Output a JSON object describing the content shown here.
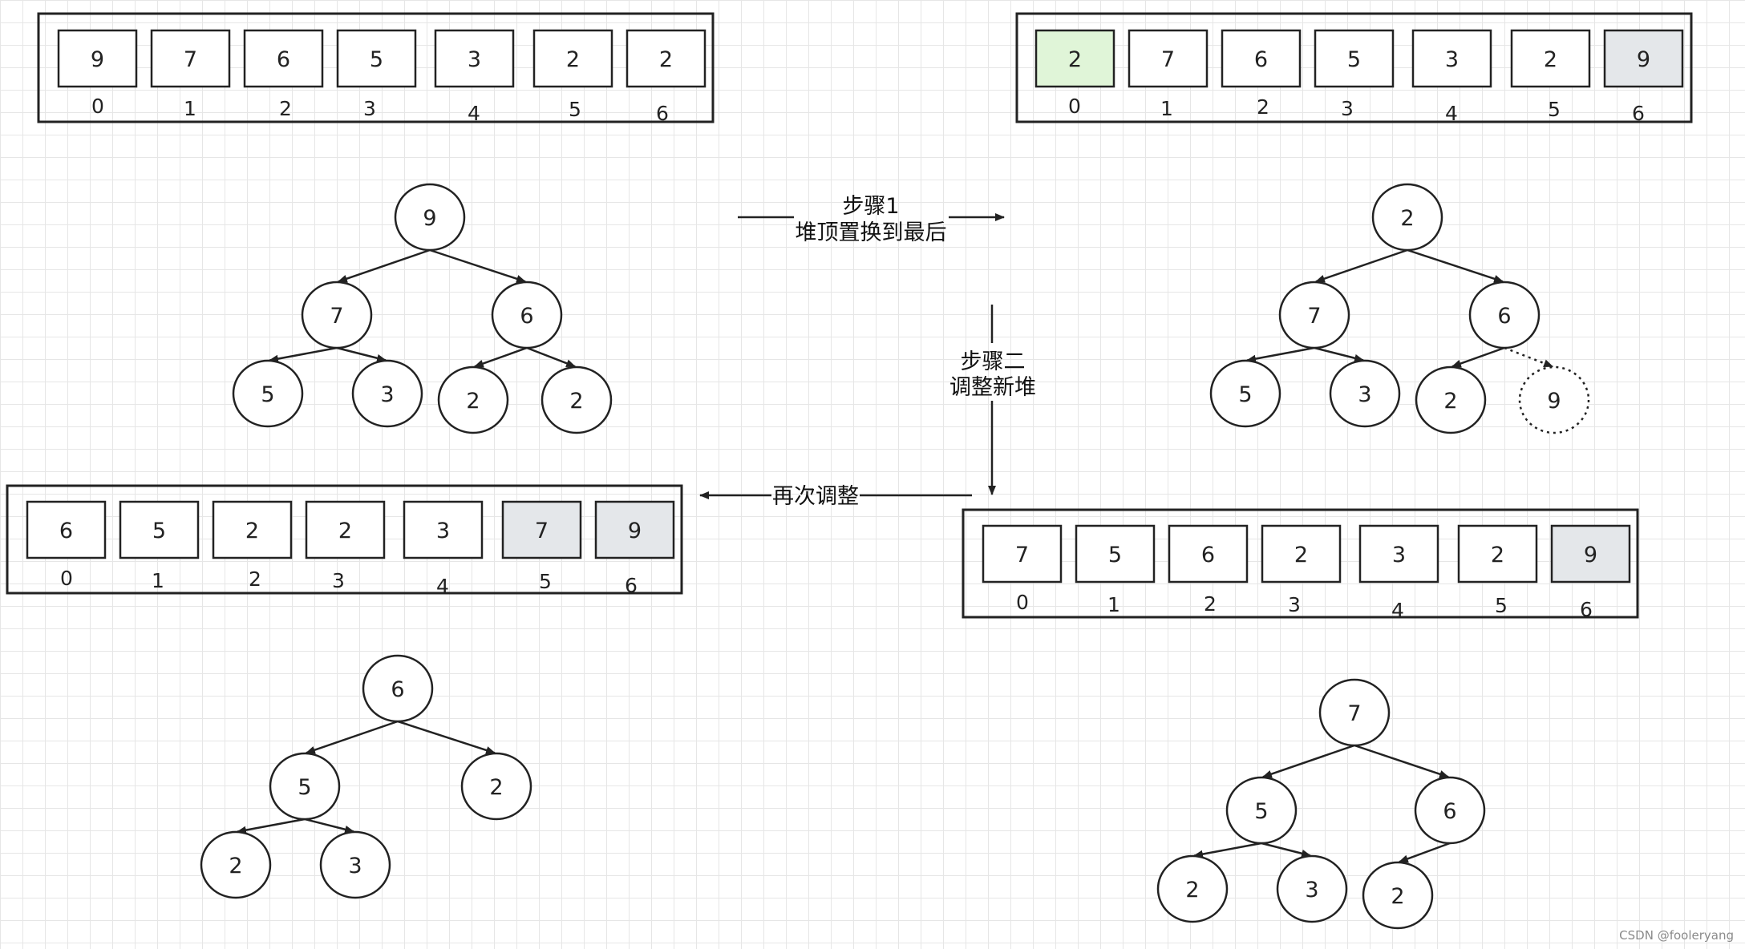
{
  "colors": {
    "stroke": "#222222",
    "cell_default": "#ffffff",
    "cell_swapped": "#e0f5d8",
    "cell_sorted": "#e4e7ea",
    "grid": "#e6e6e6"
  },
  "arrays": [
    {
      "id": "array-initial",
      "cells": [
        {
          "value": "9",
          "index": "0",
          "state": "default"
        },
        {
          "value": "7",
          "index": "1",
          "state": "default"
        },
        {
          "value": "6",
          "index": "2",
          "state": "default"
        },
        {
          "value": "5",
          "index": "3",
          "state": "default"
        },
        {
          "value": "3",
          "index": "4",
          "state": "default"
        },
        {
          "value": "2",
          "index": "5",
          "state": "default"
        },
        {
          "value": "2",
          "index": "6",
          "state": "default"
        }
      ]
    },
    {
      "id": "array-after-swap",
      "cells": [
        {
          "value": "2",
          "index": "0",
          "state": "swapped"
        },
        {
          "value": "7",
          "index": "1",
          "state": "default"
        },
        {
          "value": "6",
          "index": "2",
          "state": "default"
        },
        {
          "value": "5",
          "index": "3",
          "state": "default"
        },
        {
          "value": "3",
          "index": "4",
          "state": "default"
        },
        {
          "value": "2",
          "index": "5",
          "state": "default"
        },
        {
          "value": "9",
          "index": "6",
          "state": "sorted"
        }
      ]
    },
    {
      "id": "array-after-adjust",
      "cells": [
        {
          "value": "7",
          "index": "0",
          "state": "default"
        },
        {
          "value": "5",
          "index": "1",
          "state": "default"
        },
        {
          "value": "6",
          "index": "2",
          "state": "default"
        },
        {
          "value": "2",
          "index": "3",
          "state": "default"
        },
        {
          "value": "3",
          "index": "4",
          "state": "default"
        },
        {
          "value": "2",
          "index": "5",
          "state": "default"
        },
        {
          "value": "9",
          "index": "6",
          "state": "sorted"
        }
      ]
    },
    {
      "id": "array-second-adjust",
      "cells": [
        {
          "value": "6",
          "index": "0",
          "state": "default"
        },
        {
          "value": "5",
          "index": "1",
          "state": "default"
        },
        {
          "value": "2",
          "index": "2",
          "state": "default"
        },
        {
          "value": "2",
          "index": "3",
          "state": "default"
        },
        {
          "value": "3",
          "index": "4",
          "state": "default"
        },
        {
          "value": "7",
          "index": "5",
          "state": "sorted"
        },
        {
          "value": "9",
          "index": "6",
          "state": "sorted"
        }
      ]
    }
  ],
  "trees": [
    {
      "id": "tree-initial",
      "nodes": [
        {
          "value": "9",
          "style": "solid"
        },
        {
          "value": "7",
          "style": "solid"
        },
        {
          "value": "6",
          "style": "solid"
        },
        {
          "value": "5",
          "style": "solid"
        },
        {
          "value": "3",
          "style": "solid"
        },
        {
          "value": "2",
          "style": "solid"
        },
        {
          "value": "2",
          "style": "solid"
        }
      ]
    },
    {
      "id": "tree-after-swap",
      "nodes": [
        {
          "value": "2",
          "style": "solid"
        },
        {
          "value": "7",
          "style": "solid"
        },
        {
          "value": "6",
          "style": "solid"
        },
        {
          "value": "5",
          "style": "solid"
        },
        {
          "value": "3",
          "style": "solid"
        },
        {
          "value": "2",
          "style": "solid"
        },
        {
          "value": "9",
          "style": "dotted"
        }
      ]
    },
    {
      "id": "tree-after-adjust",
      "nodes": [
        {
          "value": "7",
          "style": "solid"
        },
        {
          "value": "5",
          "style": "solid"
        },
        {
          "value": "6",
          "style": "solid"
        },
        {
          "value": "2",
          "style": "solid"
        },
        {
          "value": "3",
          "style": "solid"
        },
        {
          "value": "2",
          "style": "solid"
        }
      ]
    },
    {
      "id": "tree-second-adjust",
      "nodes": [
        {
          "value": "6",
          "style": "solid"
        },
        {
          "value": "5",
          "style": "solid"
        },
        {
          "value": "2",
          "style": "solid"
        },
        {
          "value": "2",
          "style": "solid"
        },
        {
          "value": "3",
          "style": "solid"
        }
      ]
    }
  ],
  "labels": {
    "step1_line1": "步骤1",
    "step1_line2": "堆顶置换到最后",
    "step2_line1": "步骤二",
    "step2_line2": "调整新堆",
    "again": "再次调整"
  },
  "watermark": "CSDN @fooleryang"
}
